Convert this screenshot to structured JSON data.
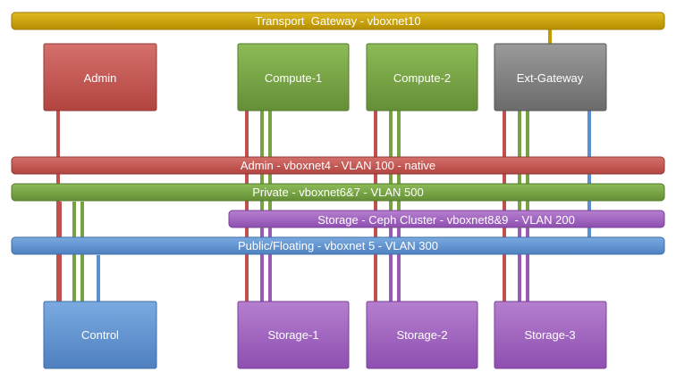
{
  "colors": {
    "transport": "#c9a000",
    "admin": "#c0504d",
    "private": "#77a143",
    "storage": "#9b59b6",
    "public": "#5b8fcf",
    "gateway": "#808080",
    "control": "#5b8fcf"
  },
  "networks": {
    "transport": "Transport  Gateway - vboxnet10",
    "admin": "Admin - vboxnet4 - VLAN 100 - native",
    "private": "Private - vboxnet6&7 - VLAN 500",
    "storage": "Storage - Ceph Cluster - vboxnet8&9  - VLAN 200",
    "public": "Public/Floating - vboxnet 5 - VLAN 300"
  },
  "nodes": {
    "admin": "Admin",
    "compute1": "Compute-1",
    "compute2": "Compute-2",
    "extgateway": "Ext-Gateway",
    "control": "Control",
    "storage1": "Storage-1",
    "storage2": "Storage-2",
    "storage3": "Storage-3"
  }
}
